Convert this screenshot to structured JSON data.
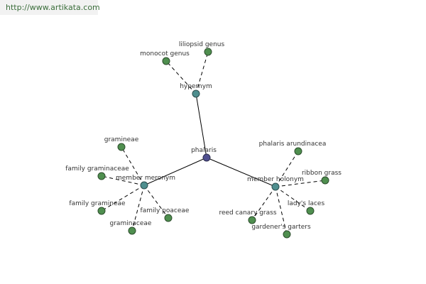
{
  "header": {
    "url_text": "http://www.artikata.com"
  },
  "graph": {
    "root": "phalaris",
    "relations": {
      "hypernym": "hypernym",
      "meronym": "member meronym",
      "holonym": "member holonym"
    },
    "hypernym_terms": [
      "monocot genus",
      "liliopsid genus"
    ],
    "meronym_terms": [
      "gramineae",
      "family graminaceae",
      "family gramineae",
      "graminaceae",
      "family poaceae"
    ],
    "holonym_terms": [
      "phalaris arundinacea",
      "ribbon grass",
      "reed canary grass",
      "lady's laces",
      "gardener's garters"
    ]
  },
  "colors": {
    "root_node": "#4f4f8f",
    "relation_node": "#4f8f8f",
    "leaf_node": "#4f8f4f",
    "header_bg": "#f2f2f2",
    "header_text": "#3b6e3b"
  }
}
